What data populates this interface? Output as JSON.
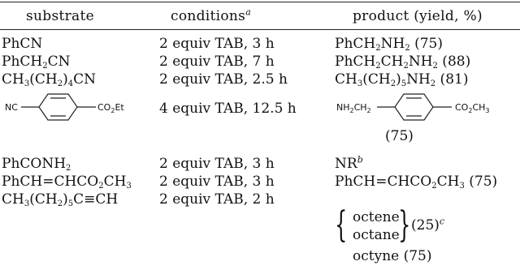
{
  "table": {
    "headers": {
      "substrate": "substrate",
      "conditions": "conditions",
      "conditions_note": "a",
      "product": "product (yield, %)"
    },
    "rows": [
      {
        "substrate": "PhCN",
        "conditions": "2 equiv TAB, 3 h",
        "product": "PhCH2NH2 (75)"
      },
      {
        "substrate": "PhCH2CN",
        "conditions": "2 equiv TAB, 7 h",
        "product": "PhCH2CH2NH2 (88)"
      },
      {
        "substrate": "CH3(CH2)4CN",
        "conditions": "2 equiv TAB, 2.5 h",
        "product": "CH3(CH2)5NH2 (81)"
      },
      {
        "substrate_struct": {
          "left": "NC",
          "right": "CO2Et"
        },
        "conditions": "4 equiv TAB, 12.5 h",
        "product_struct": {
          "left": "NH2CH2",
          "right": "CO2CH3"
        },
        "product_yield": "(75)"
      },
      {
        "substrate": "PhCONH2",
        "conditions": "2 equiv TAB, 3 h",
        "product": "NR",
        "product_note": "b"
      },
      {
        "substrate": "PhCH=CHCO2CH3",
        "conditions": "2 equiv TAB, 3 h",
        "product": "PhCH=CHCO2CH3 (75)"
      },
      {
        "substrate": "CH3(CH2)5C≡CH",
        "conditions": "2 equiv TAB, 2 h",
        "product_lines": [
          "octene",
          "octane"
        ],
        "product_yield": "(25)",
        "product_note": "c",
        "product_extra": "octyne (75)"
      }
    ]
  }
}
